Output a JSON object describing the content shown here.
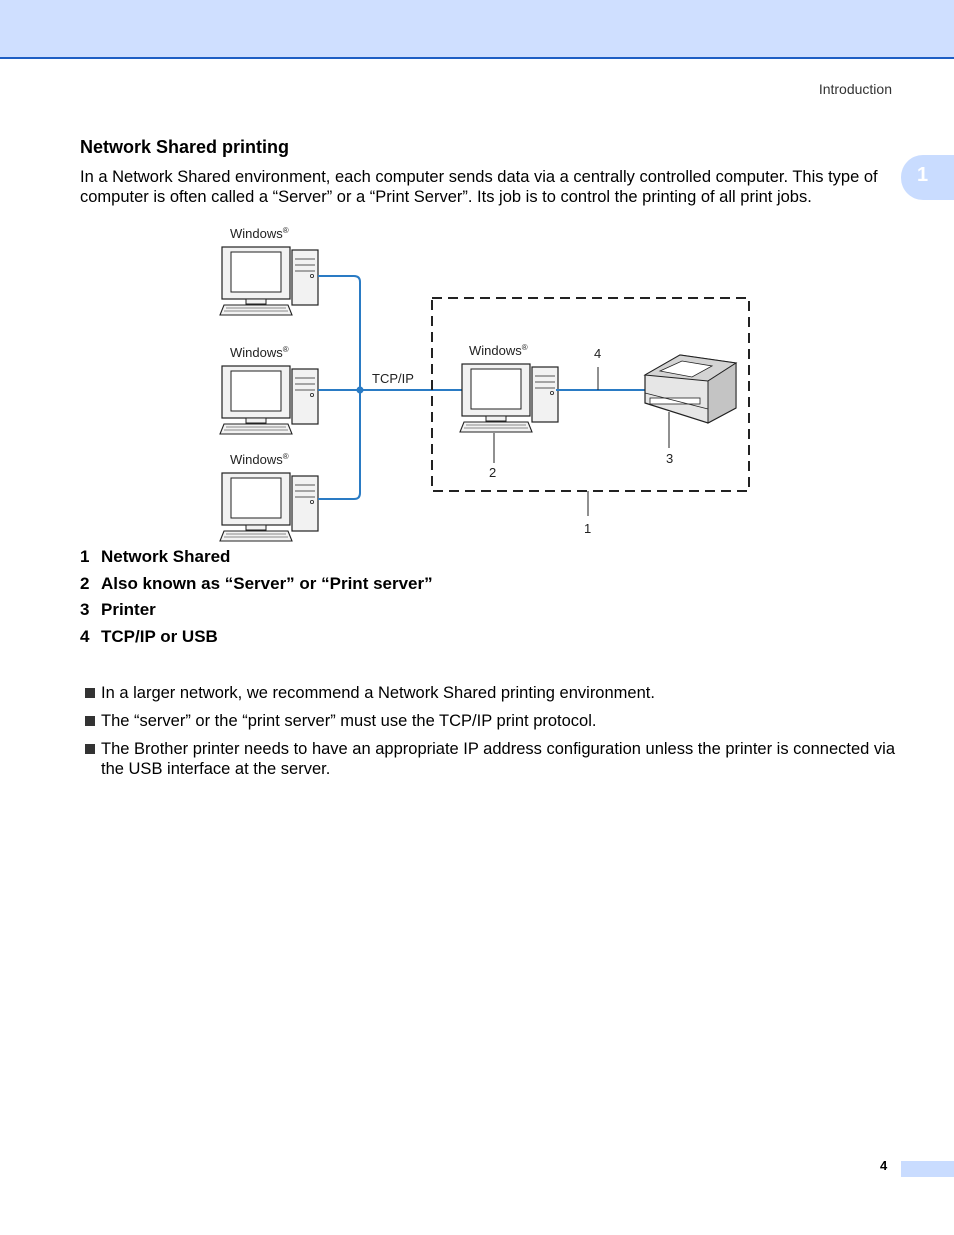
{
  "header": {
    "section": "Introduction"
  },
  "chapter_tab": "1",
  "heading": "Network Shared printing",
  "intro": "In a Network Shared environment, each computer sends data via a centrally controlled computer. This type of computer is often called a “Server” or a “Print Server”. Its job is to control the printing of all print jobs.",
  "diagram": {
    "os_label": "Windows",
    "registered_mark": "®",
    "protocol_label": "TCP/IP",
    "callouts": [
      "1",
      "2",
      "3",
      "4"
    ]
  },
  "legend": [
    {
      "num": "1",
      "text": "Network Shared"
    },
    {
      "num": "2",
      "text": "Also known as “Server” or “Print server”"
    },
    {
      "num": "3",
      "text": "Printer"
    },
    {
      "num": "4",
      "text": "TCP/IP or USB"
    }
  ],
  "notes": [
    "In a larger network, we recommend a Network Shared printing environment.",
    "The “server” or the “print server” must use the TCP/IP print protocol.",
    "The Brother printer needs to have an appropriate IP address configuration unless the printer is connected via the USB interface at the server."
  ],
  "footer": {
    "page_number": "4"
  },
  "colors": {
    "header_band": "#cfdfff",
    "header_rule": "#1f5fc4",
    "network_line": "#2a7bc4",
    "tab": "#c9dcff"
  }
}
